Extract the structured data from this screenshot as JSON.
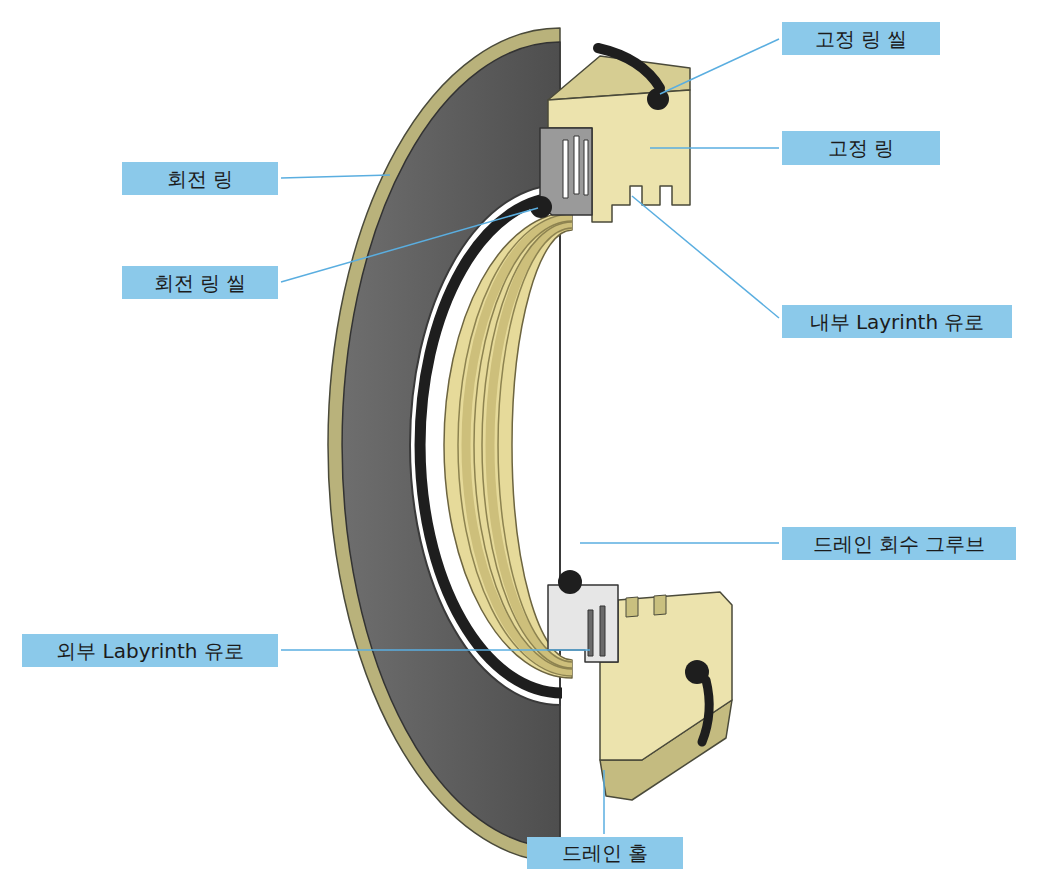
{
  "diagram": {
    "nodes": [
      {
        "text": [
          "고정 링 씰"
        ]
      },
      {
        "text": [
          "고정 링"
        ]
      },
      {
        "text": [
          "회전 링"
        ]
      },
      {
        "text": [
          "회전 링 씰"
        ]
      },
      {
        "text": [
          "내부 Layrinth 유로"
        ]
      },
      {
        "text": [
          "드레인 회수 그루브"
        ]
      },
      {
        "text": [
          "외부 Labyrinth 유로"
        ]
      },
      {
        "text": [
          "드레인 홀"
        ]
      }
    ]
  }
}
